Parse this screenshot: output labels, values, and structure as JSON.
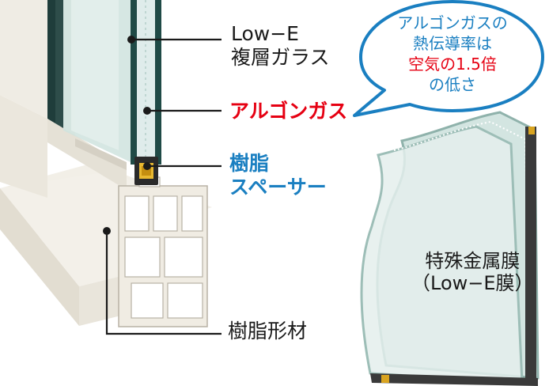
{
  "labels": {
    "glass_line1": "Low−E",
    "glass_line2": "複層ガラス",
    "argon": "アルゴンガス",
    "spacer_line1": "樹脂",
    "spacer_line2": "スペーサー",
    "resin_frame": "樹脂形材",
    "metal_film_line1": "特殊金属膜",
    "metal_film_line2": "（Low−E膜）"
  },
  "bubble": {
    "line1": "アルゴンガスの",
    "line2": "熱伝導率は",
    "line3": "空気の1.5倍",
    "line4": "の低さ"
  },
  "colors": {
    "text_dark": "#1a1a1a",
    "accent_red": "#e60012",
    "accent_blue": "#1a7fc1",
    "bubble_border": "#1a7fc1",
    "frame_ivory": "#eeeae0",
    "glass_tint": "#cfe3de"
  }
}
